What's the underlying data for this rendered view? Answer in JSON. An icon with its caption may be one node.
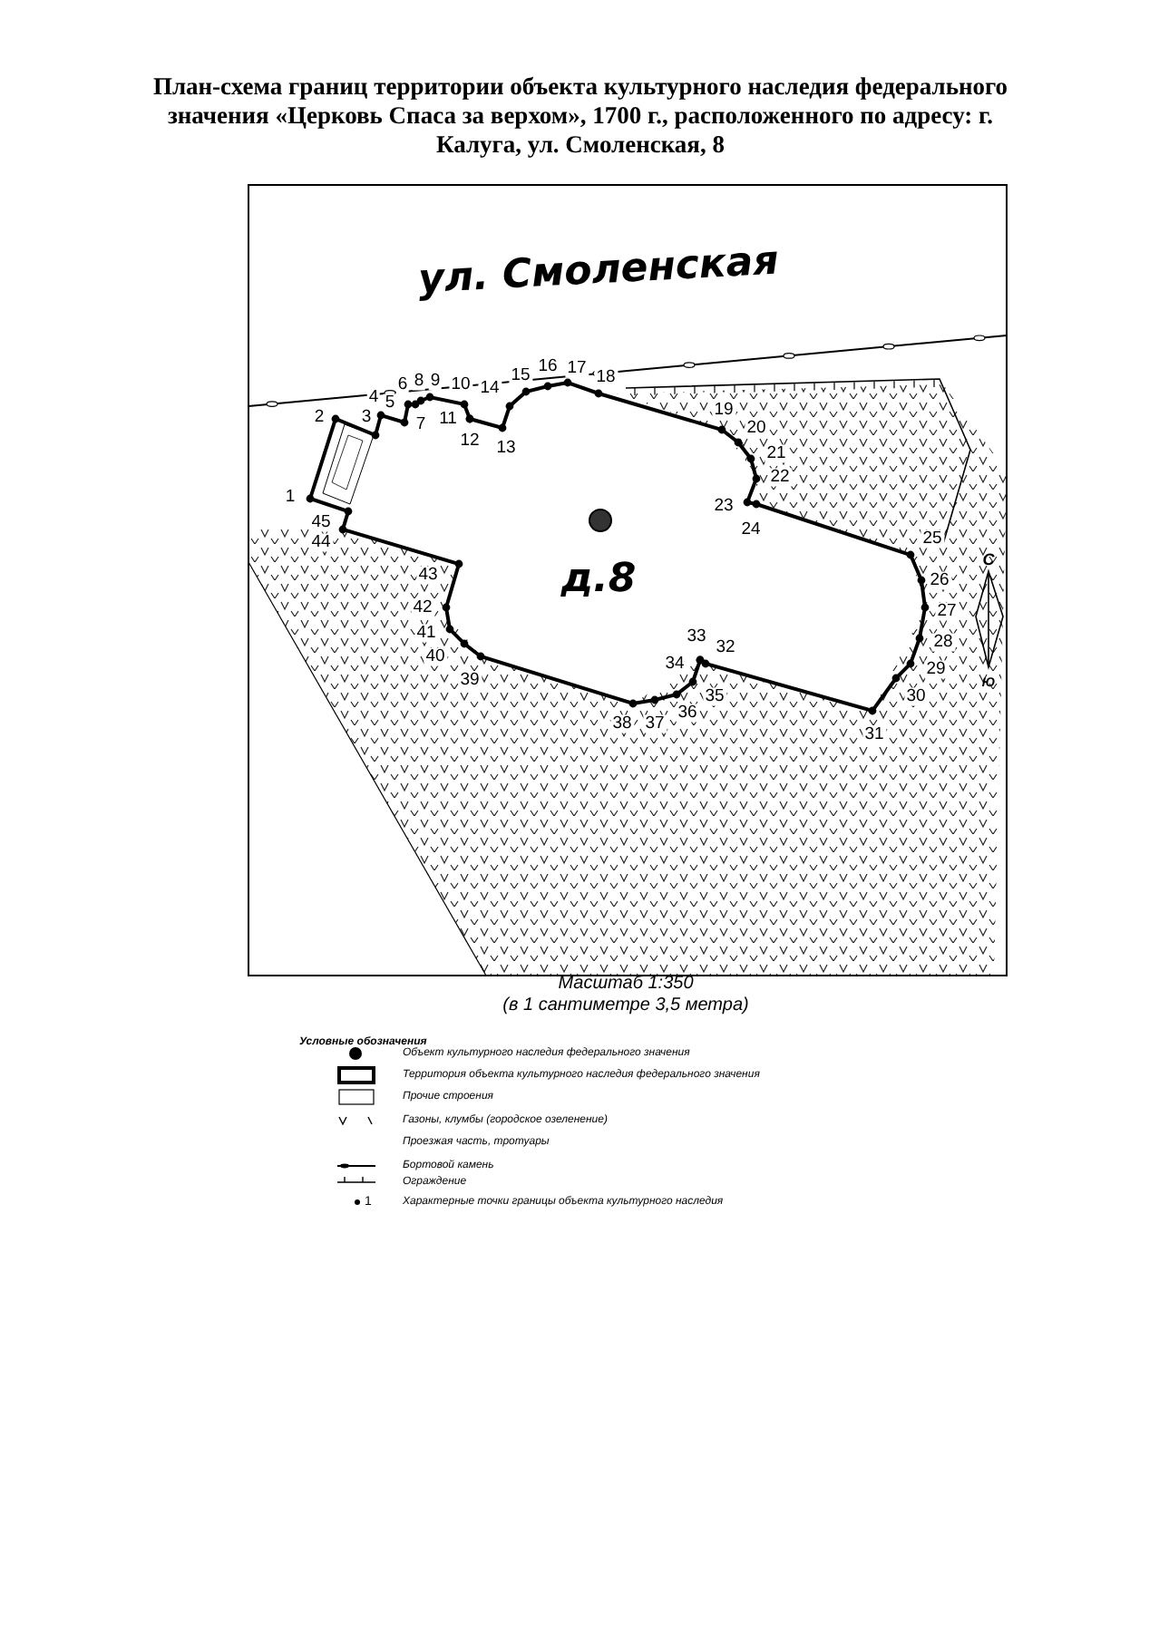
{
  "diagram": {
    "title": "План-схема границ территории объекта культурного наследия федерального значения «Церковь Спаса за верхом», 1700 г., расположенного по адресу: г. Калуга, ул. Смоленская, 8",
    "labels": [
      "ул. Смоленская",
      "1",
      "2",
      "3",
      "4",
      "5",
      "6",
      "7",
      "8",
      "9",
      "10",
      "11",
      "12",
      "13",
      "14",
      "15",
      "16",
      "17",
      "18",
      "19",
      "20",
      "21",
      "22",
      "23",
      "24",
      "25",
      "26",
      "27",
      "28",
      "29",
      "30",
      "31",
      "32",
      "33",
      "34",
      "35",
      "36",
      "38",
      "37",
      "39",
      "40",
      "41",
      "42",
      "43",
      "44",
      "45",
      "д.8",
      "С",
      "Ю",
      "Масштаб 1:350",
      "(в 1 сантиметре 3,5 метра)",
      "Условные обозначения",
      "1"
    ],
    "legend": [
      {
        "text": "Объект культурного наследия федерального значения"
      },
      {
        "text": "Территория объекта культурного наследия федерального значения"
      },
      {
        "text": "Прочие строения"
      },
      {
        "text": "Газоны, клумбы (городское озеленение)"
      },
      {
        "text": "Проезжая часть, тротуары"
      },
      {
        "text": "Бортовой камень"
      },
      {
        "text": "Ограждение"
      },
      {
        "text": "Характерные точки границы объекта культурного наследия"
      }
    ]
  }
}
